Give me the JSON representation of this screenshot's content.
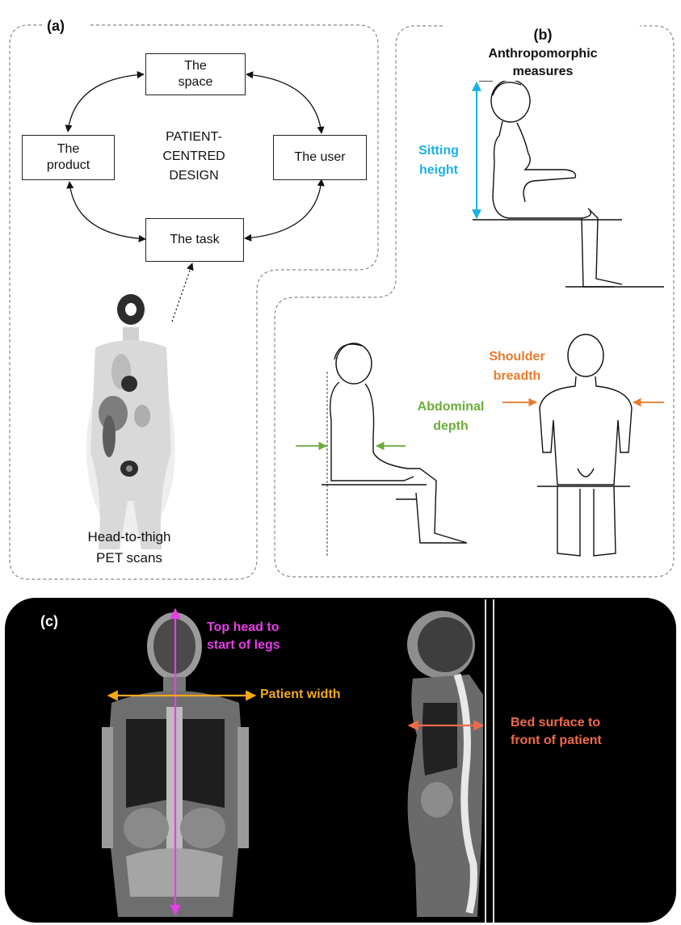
{
  "panel_a": {
    "label": "(a)",
    "center_text": "PATIENT-\nCENTRED\nDESIGN",
    "boxes": {
      "space": "The\nspace",
      "user": "The user",
      "task": "The task",
      "product": "The\nproduct"
    },
    "pet_caption": "Head-to-thigh\nPET scans"
  },
  "panel_b": {
    "label": "(b)",
    "title": "Anthropomorphic\nmeasures",
    "measures": {
      "sitting_height": "Sitting\nheight",
      "abdominal_depth": "Abdominal\ndepth",
      "shoulder_breadth": "Shoulder\nbreadth"
    }
  },
  "panel_c": {
    "label": "(c)",
    "measures": {
      "top_head": "Top head to\nstart of legs",
      "patient_width": "Patient width",
      "bed_surface": "Bed surface to\nfront of patient"
    }
  },
  "colors": {
    "sitting_height": "#1ab0e8",
    "abdominal_depth": "#6aac3a",
    "shoulder_breadth": "#ea7a2c",
    "top_head": "#e83ee8",
    "patient_width": "#f3a91a",
    "bed_surface": "#f06a4a"
  }
}
